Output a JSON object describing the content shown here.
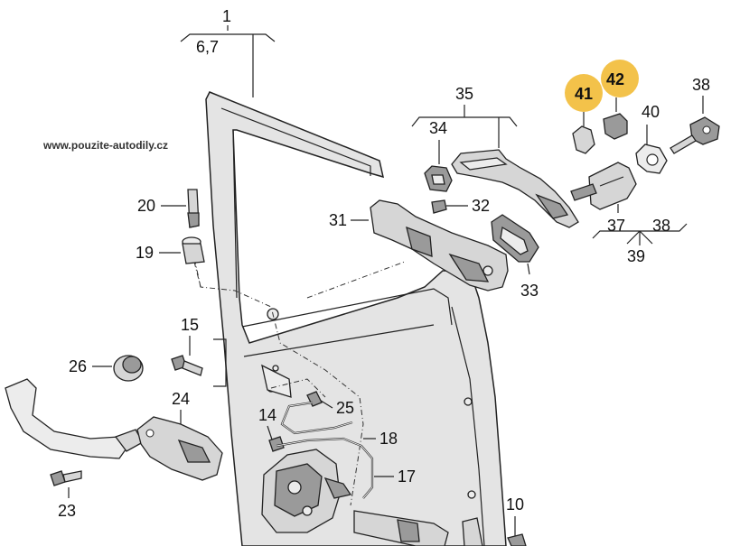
{
  "watermark": "www.pouzite-autodily.cz",
  "labels": {
    "l1": "1",
    "l67": "6,7",
    "l35": "35",
    "l34": "34",
    "l32": "32",
    "l31": "31",
    "l33": "33",
    "l41": "41",
    "l42": "42",
    "l40": "40",
    "l38a": "38",
    "l37": "37",
    "l38b": "38",
    "l39": "39",
    "l20": "20",
    "l19": "19",
    "l15": "15",
    "l26": "26",
    "l24": "24",
    "l23": "23",
    "l14": "14",
    "l25": "25",
    "l18": "18",
    "l17": "17",
    "l10": "10"
  },
  "colors": {
    "highlight": "#f3c24a",
    "part_fill": "#d6d6d6",
    "door_fill": "#e4e4e4"
  }
}
